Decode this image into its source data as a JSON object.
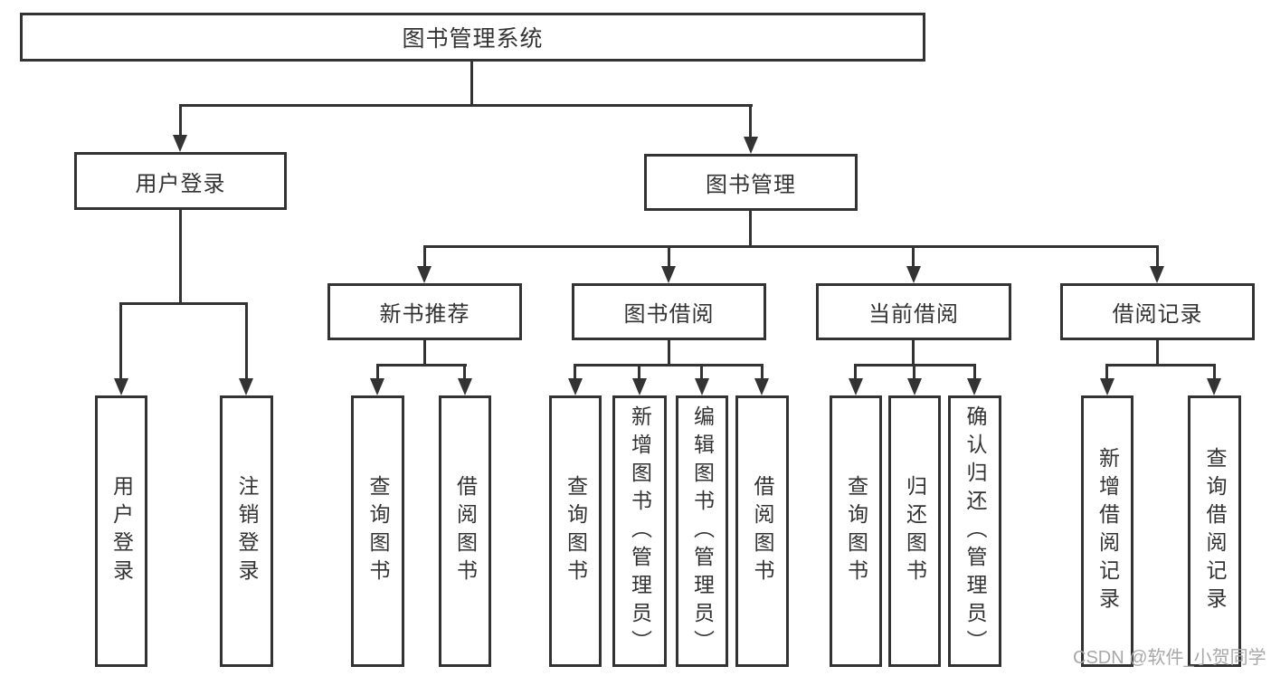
{
  "tree": {
    "root": {
      "label": "图书管理系统",
      "children": [
        {
          "label": "用户登录",
          "children": [
            {
              "label": "用户登录"
            },
            {
              "label": "注销登录"
            }
          ]
        },
        {
          "label": "图书管理",
          "children": [
            {
              "label": "新书推荐",
              "children": [
                {
                  "label": "查询图书"
                },
                {
                  "label": "借阅图书"
                }
              ]
            },
            {
              "label": "图书借阅",
              "children": [
                {
                  "label": "查询图书"
                },
                {
                  "label": "新增图书（管理员）"
                },
                {
                  "label": "编辑图书（管理员）"
                },
                {
                  "label": "借阅图书"
                }
              ]
            },
            {
              "label": "当前借阅",
              "children": [
                {
                  "label": "查询图书"
                },
                {
                  "label": "归还图书"
                },
                {
                  "label": "确认归还（管理员）"
                }
              ]
            },
            {
              "label": "借阅记录",
              "children": [
                {
                  "label": "新增借阅记录"
                },
                {
                  "label": "查询借阅记录"
                }
              ]
            }
          ]
        }
      ]
    }
  },
  "watermark": {
    "text": "CSDN @软件_小贺同学"
  },
  "colors": {
    "line": "#333333",
    "background": "#ffffff",
    "watermark": "#a8a8a8"
  }
}
